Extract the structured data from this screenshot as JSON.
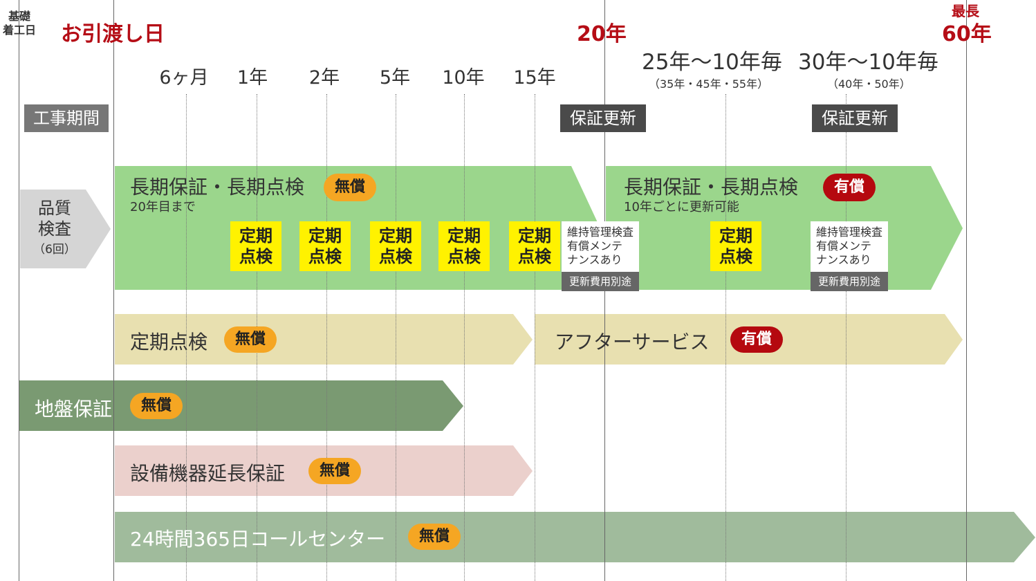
{
  "header": {
    "foundation_start": "基礎\n着工日",
    "handover_day": "お引渡し日",
    "year20": "20年",
    "max_label": "最長",
    "year60": "60年",
    "ticks": [
      "6ヶ月",
      "1年",
      "2年",
      "5年",
      "10年",
      "15年"
    ],
    "year25": "25年～10年毎",
    "year25_sub": "（35年・45年・55年）",
    "year30": "30年～10年毎",
    "year30_sub": "（40年・50年）"
  },
  "tags": {
    "construction_period": "工事期間",
    "warranty_renewal_1": "保証更新",
    "warranty_renewal_2": "保証更新"
  },
  "quality": {
    "label_line1": "品質",
    "label_line2": "検査",
    "label_line3": "（6回）"
  },
  "long_term_free": {
    "title": "長期保証・長期点検",
    "sub": "20年目まで",
    "badge": "無償"
  },
  "long_term_paid": {
    "title": "長期保証・長期点検",
    "sub": "10年ごとに更新可能",
    "badge": "有償"
  },
  "inspection_box": {
    "line1": "定期",
    "line2": "点検"
  },
  "maintenance_note": {
    "line1": "維持管理検査",
    "line2": "有償メンテ",
    "line3": "ナンスあり",
    "footer": "更新費用別途"
  },
  "periodic_inspection": {
    "title": "定期点検",
    "badge": "無償"
  },
  "after_service": {
    "title": "アフターサービス",
    "badge": "有償"
  },
  "ground_warranty": {
    "title": "地盤保証",
    "badge": "無償"
  },
  "equipment_warranty": {
    "title": "設備機器延長保証",
    "badge": "無償"
  },
  "call_center": {
    "title": "24時間365日コールセンター",
    "badge": "無償"
  },
  "colors": {
    "accent_red": "#b50d16",
    "green_band": "#9bd68c",
    "beige_band": "#e8e0b0",
    "ground_band": "#7a9a72",
    "pink_band": "#ebd0cc",
    "callcenter_band": "#a0bb9c",
    "yellow_box": "#fff200",
    "free_badge": "#f5a623",
    "paid_badge": "#b5090f"
  }
}
